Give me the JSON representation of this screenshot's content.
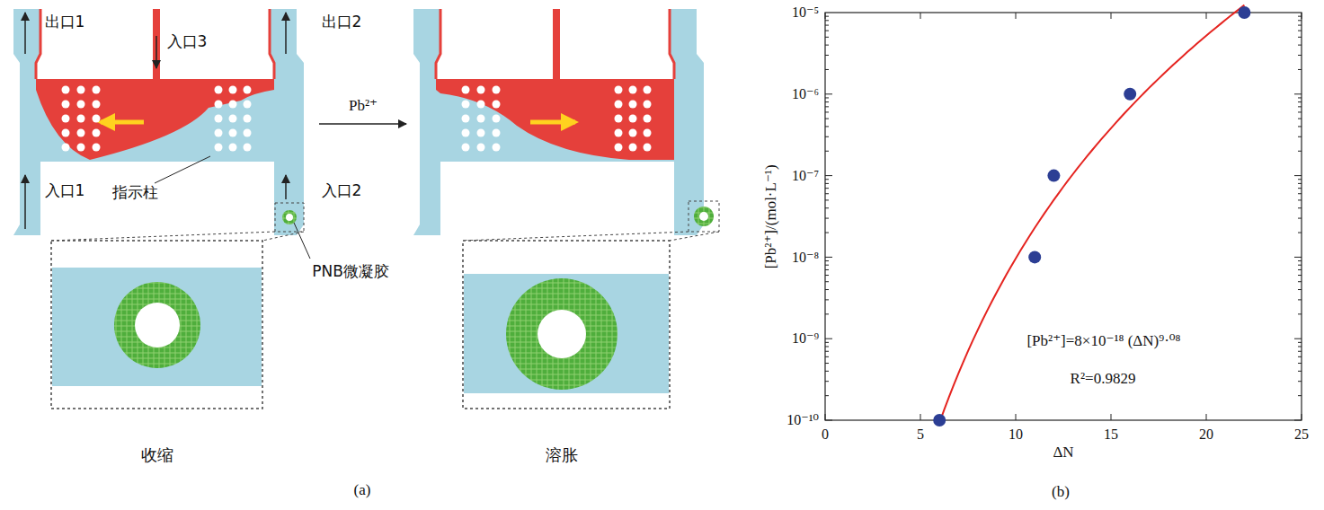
{
  "diagram": {
    "labels": [
      "出口1",
      "入口3",
      "出口2",
      "入口1",
      "指示柱",
      "入口2",
      "PNB微凝胶",
      "Pb²⁺",
      "收缩",
      "溶胀",
      "(a)",
      "10⁻⁵",
      "10⁻⁶",
      "10⁻⁷",
      "10⁻⁸",
      "10⁻⁹",
      "10⁻¹⁰",
      "0",
      "5",
      "10",
      "15",
      "20",
      "25",
      "ΔN",
      "[Pb²⁺]/(mol·L⁻¹)",
      "[Pb²⁺]=8×10⁻¹⁸ (ΔN)⁹·⁰⁸",
      "R²=0.9829",
      "(b)"
    ]
  }
}
